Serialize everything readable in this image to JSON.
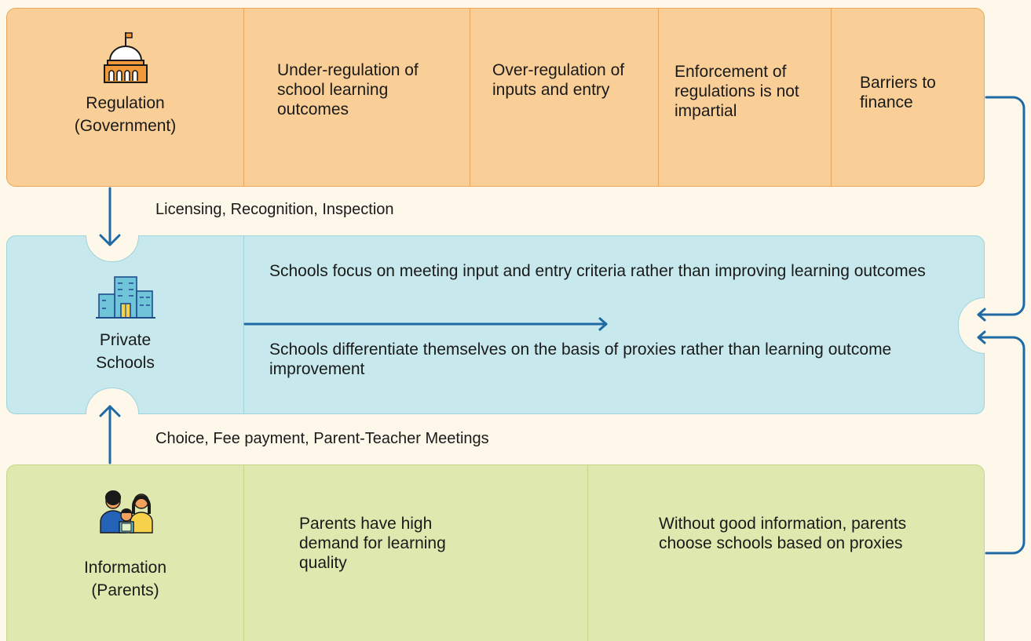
{
  "regulation": {
    "title": "Regulation",
    "subtitle": "(Government)",
    "icon": "government-building-icon",
    "issues": [
      "Under-regulation of school learning outcomes",
      "Over-regulation of inputs and entry",
      "Enforcement of regulations is not impartial",
      "Barriers to finance"
    ]
  },
  "connector_top": {
    "label": "Licensing, Recognition, Inspection"
  },
  "schools": {
    "title_line1": "Private",
    "title_line2": "Schools",
    "icon": "school-buildings-icon",
    "statements": [
      "Schools focus on meeting input and entry criteria rather than improving learning outcomes",
      "Schools differentiate themselves on the basis of proxies rather than learning outcome improvement"
    ]
  },
  "connector_bottom": {
    "label": "Choice, Fee payment, Parent-Teacher Meetings"
  },
  "information": {
    "title": "Information",
    "subtitle": "(Parents)",
    "icon": "parents-with-child-icon",
    "statements": [
      "Parents have high demand for learning quality",
      "Without good information, parents choose schools based on proxies"
    ]
  },
  "colors": {
    "regulation_fill": "#f9cf97",
    "schools_fill": "#c7e8ec",
    "information_fill": "#dfe8ae",
    "arrow": "#1f6aa5",
    "background": "#fdf8ea"
  }
}
